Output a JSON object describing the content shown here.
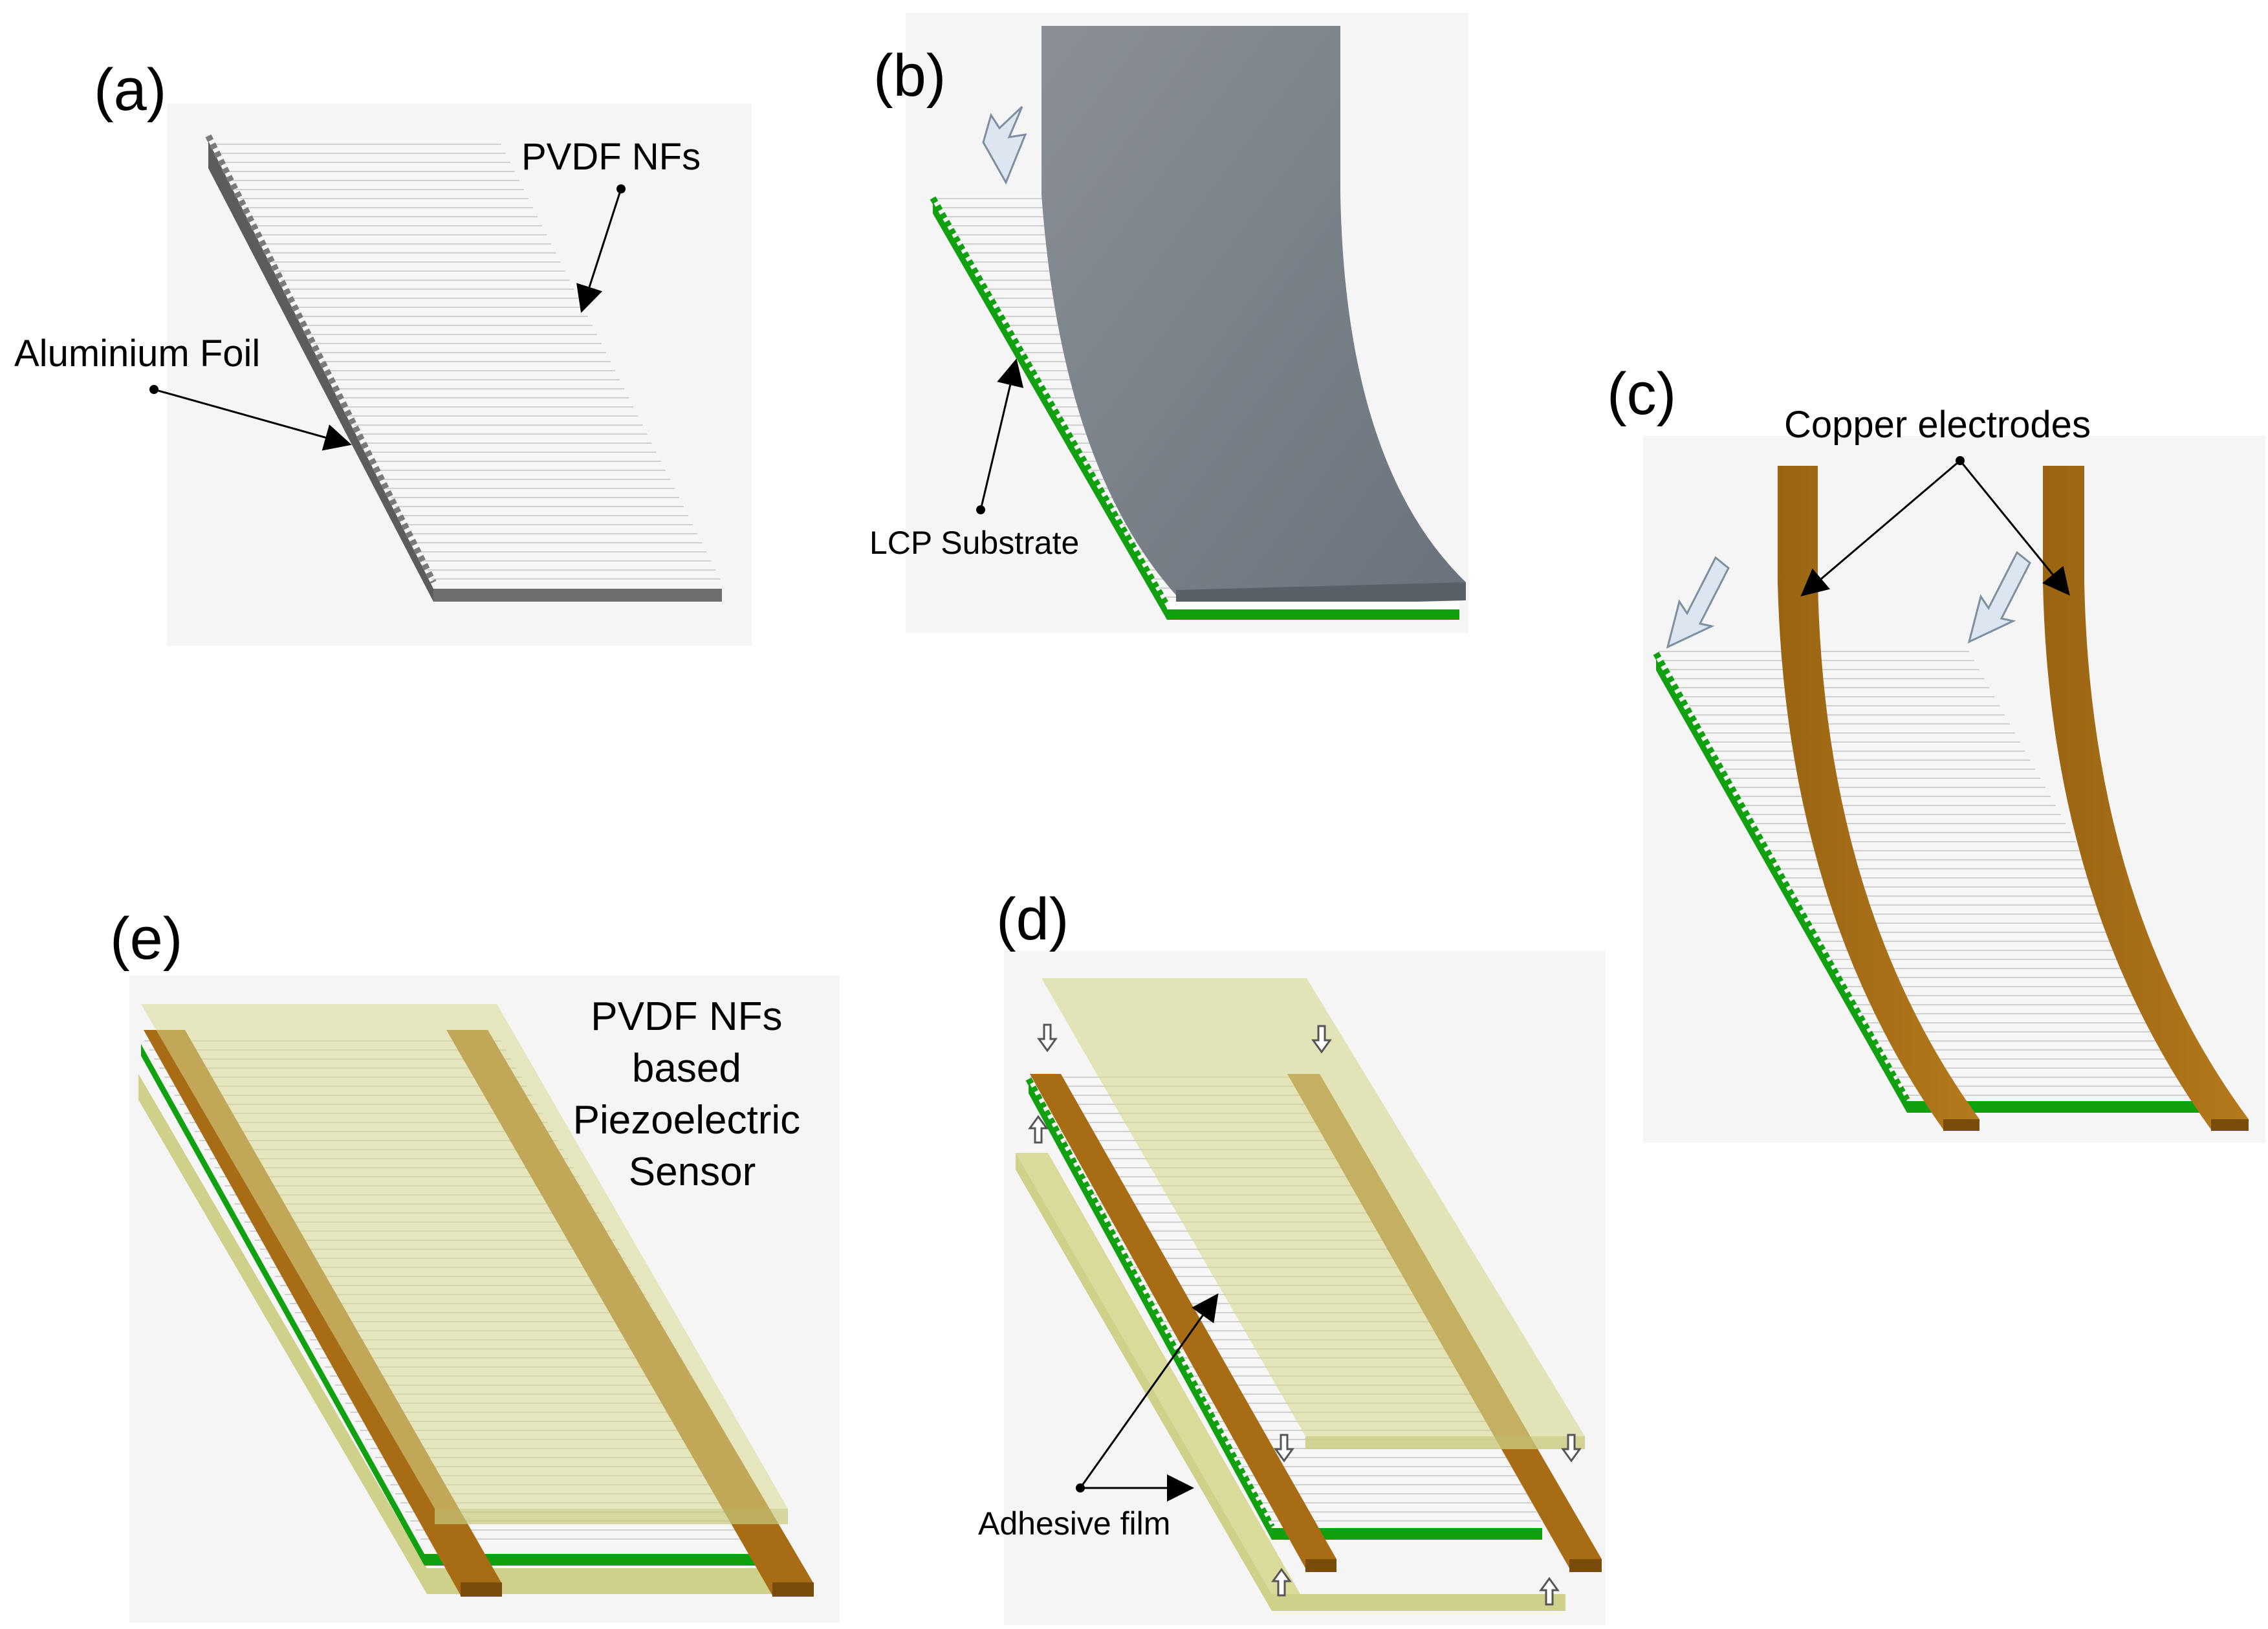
{
  "panels": {
    "a": {
      "label": "(a)",
      "pvdf": "PVDF NFs",
      "foil": "Aluminium Foil"
    },
    "b": {
      "label": "(b)",
      "substrate": "LCP Substrate"
    },
    "c": {
      "label": "(c)",
      "electrodes": "Copper electrodes"
    },
    "d": {
      "label": "(d)",
      "adhesive": "Adhesive film"
    },
    "e": {
      "label": "(e)",
      "sensor": [
        "PVDF NFs",
        "based",
        "Piezoelectric",
        "Sensor"
      ]
    }
  },
  "colors": {
    "fiber": "#f4f4f4",
    "fiber_line": "#d2d2d2",
    "foil": "#6e6e6e",
    "lcp": "#10a010",
    "copper": "#a86c14",
    "adhesive": "#d7d890",
    "panel_bg": "#f5f5f5"
  }
}
